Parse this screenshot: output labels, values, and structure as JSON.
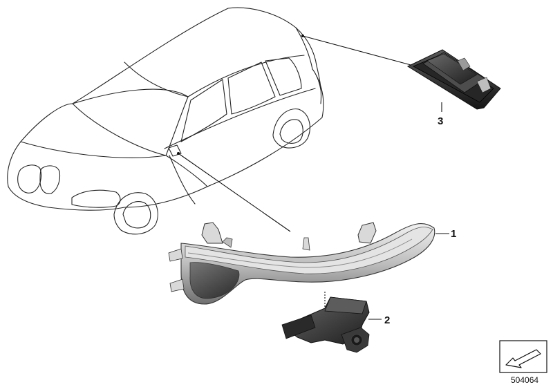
{
  "callouts": [
    {
      "id": "1",
      "label": "1"
    },
    {
      "id": "2",
      "label": "2"
    },
    {
      "id": "3",
      "label": "3"
    }
  ],
  "catalog_number": "504064",
  "colors": {
    "line": "#222222",
    "part_dark": "#3a3a3a",
    "part_mid": "#8a8a8a",
    "part_light": "#d6d6d6"
  },
  "icons": [
    "car-outline",
    "mirror-turn-signal-light",
    "led-module",
    "license-plate-light",
    "view-direction-arrow-icon"
  ]
}
